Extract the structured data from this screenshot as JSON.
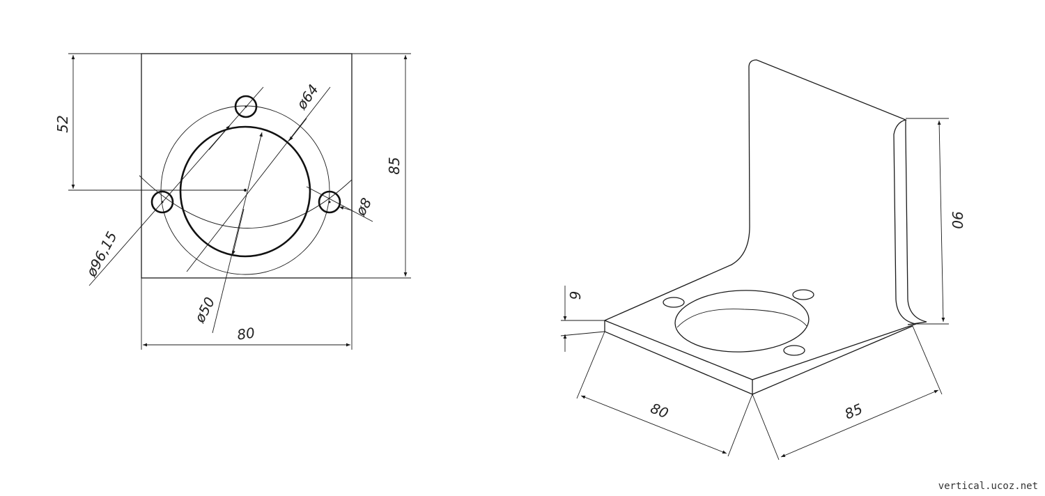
{
  "front_view": {
    "dim_52": "52",
    "dim_85": "85",
    "dim_80": "80",
    "dim_d64": "ø64",
    "dim_d8": "ø8",
    "dim_d96": "ø96,15",
    "dim_d50": "ø50"
  },
  "iso_view": {
    "dim_9": "9",
    "dim_90": "90",
    "dim_80": "80",
    "dim_85": "85"
  },
  "watermark": "vertical.ucoz.net"
}
